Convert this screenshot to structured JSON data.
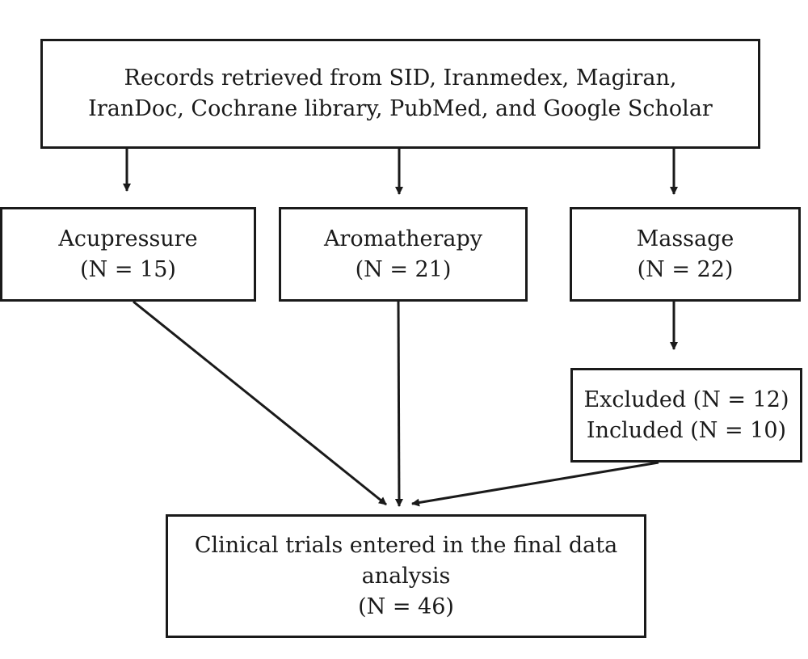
{
  "sources": {
    "line1": "Records retrieved from SID, Iranmedex, Magiran,",
    "line2": "IranDoc, Cochrane library, PubMed, and Google Scholar"
  },
  "acupressure": {
    "label": "Acupressure",
    "count": "(N = 15)"
  },
  "aromatherapy": {
    "label": "Aromatherapy",
    "count": "(N = 21)"
  },
  "massage": {
    "label": "Massage",
    "count": "(N = 22)"
  },
  "screening": {
    "excluded": "Excluded (N = 12)",
    "included": "Included (N = 10)"
  },
  "final": {
    "line1": "Clinical trials entered in the final data",
    "line2": "analysis",
    "count": "(N = 46)"
  }
}
